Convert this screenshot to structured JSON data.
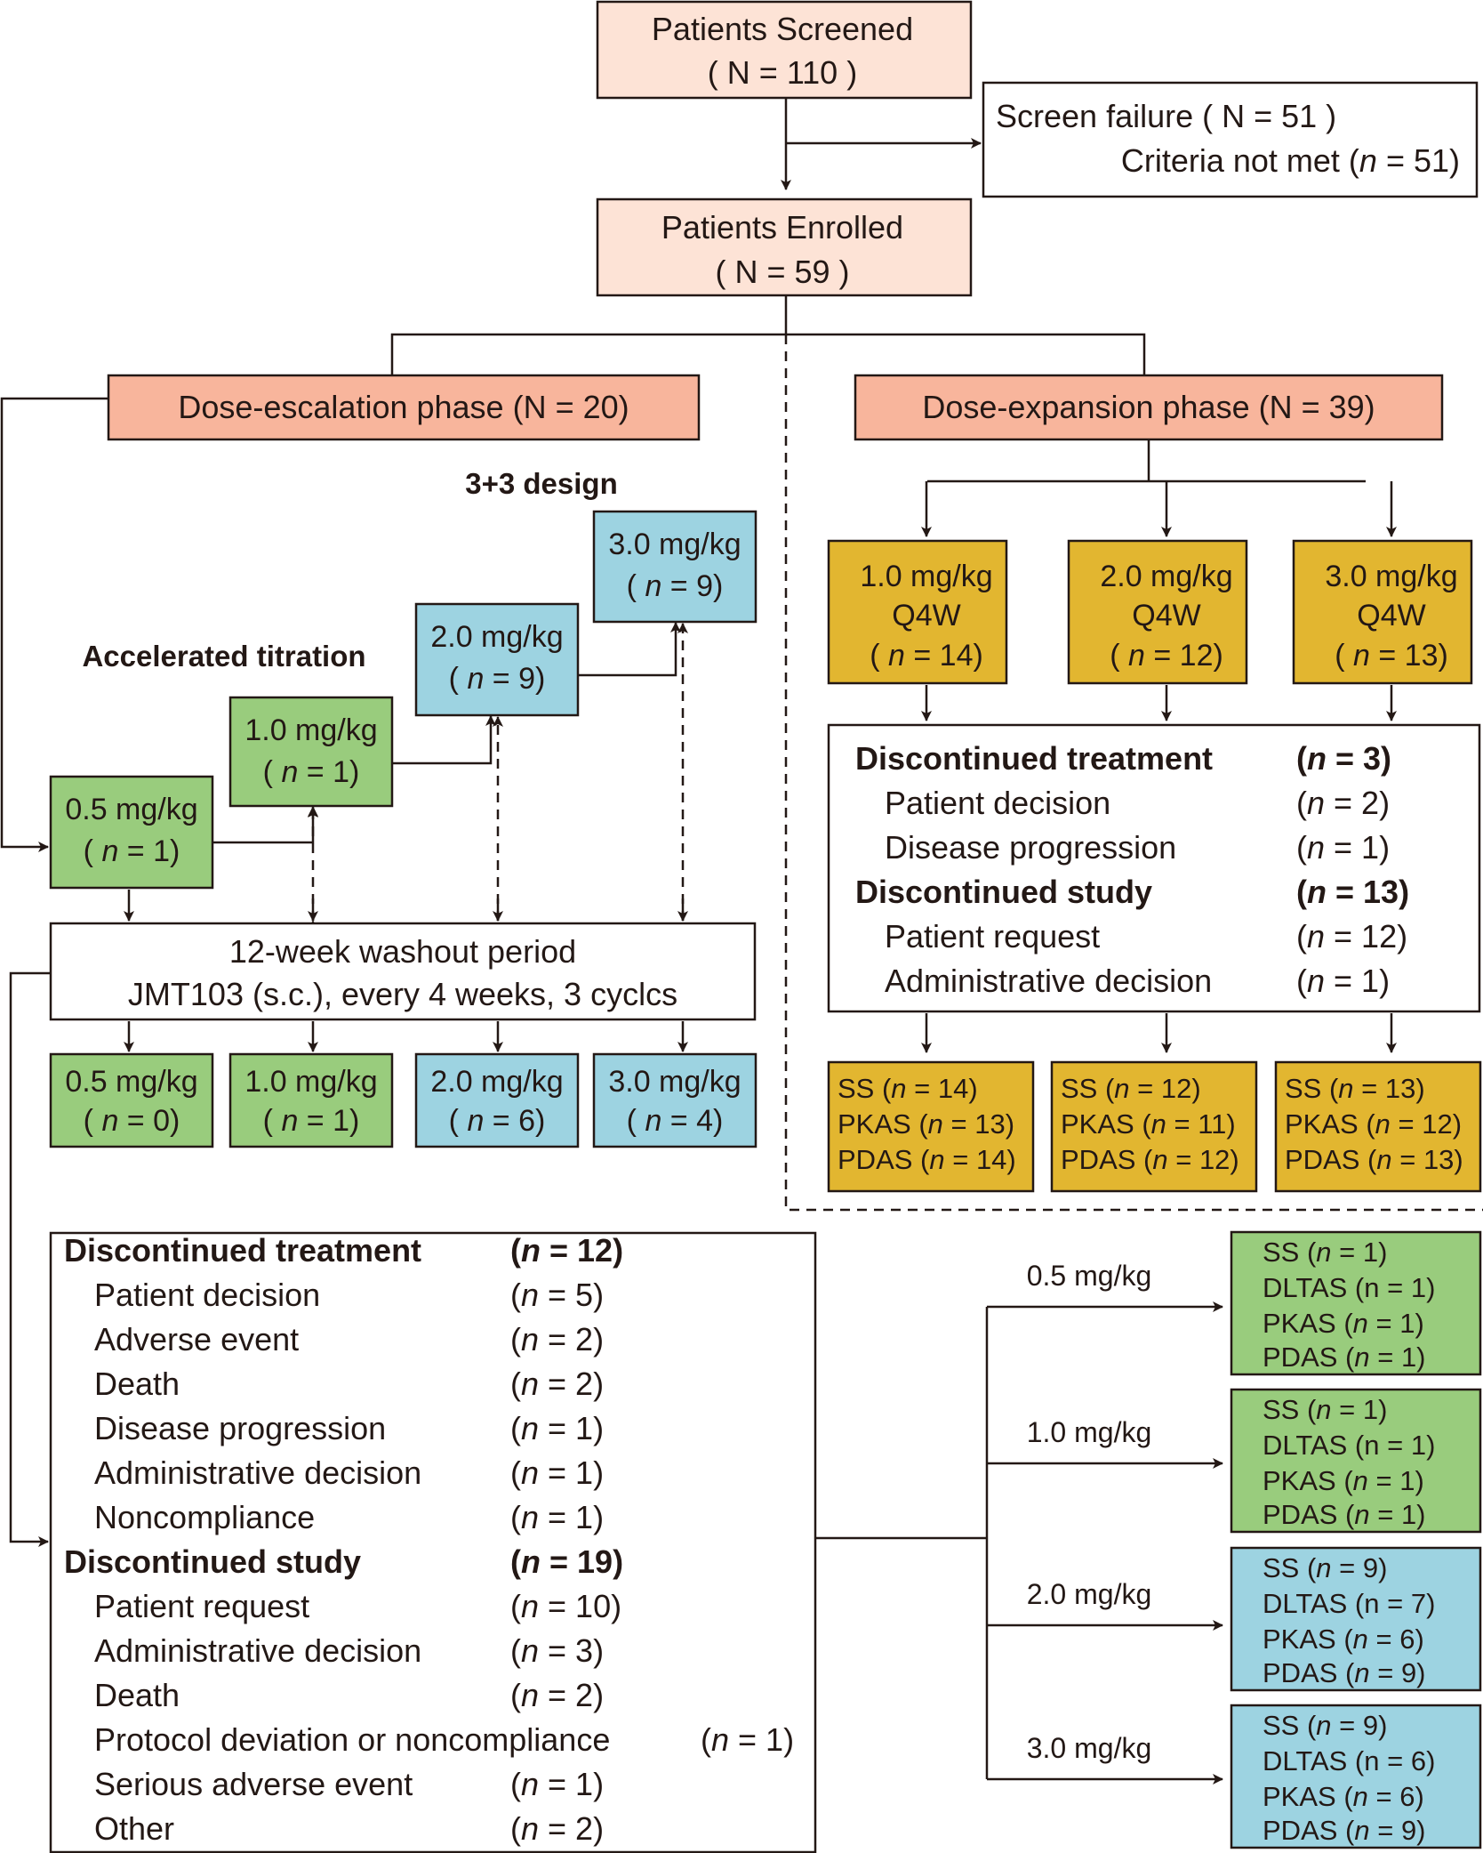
{
  "colors": {
    "pink": "#fde3d6",
    "salmon": "#f8b59c",
    "green": "#99cc7d",
    "blue": "#9dd3e1",
    "yellow": "#e2b630",
    "line": "#231815",
    "accent_green": "#17a05d",
    "accent_blue": "#1aa0df"
  },
  "screened": {
    "title": "Patients Screened",
    "n": "( N = 110 )"
  },
  "screen_failure": {
    "title": "Screen failure ( N = 51 )",
    "detail": "Criteria not met (",
    "detail_n": "n",
    "detail_tail": " = 51)"
  },
  "enrolled": {
    "title": "Patients Enrolled",
    "n": "( N = 59 )"
  },
  "escalation": {
    "phase": "Dose-escalation phase (N = 20)",
    "design": "3+3 design",
    "titration": "Accelerated titration",
    "doses": [
      {
        "dose": "0.5 mg/kg",
        "n": "1"
      },
      {
        "dose": "1.0 mg/kg",
        "n": "1"
      },
      {
        "dose": "2.0 mg/kg",
        "n": "9"
      },
      {
        "dose": "3.0 mg/kg",
        "n": "9"
      }
    ],
    "washout_line1": "12-week washout period",
    "washout_line2": "JMT103 (s.c.), every 4 weeks, 3 cyclcs",
    "after_washout": [
      {
        "dose": "0.5 mg/kg",
        "n": "0"
      },
      {
        "dose": "1.0 mg/kg",
        "n": "1"
      },
      {
        "dose": "2.0 mg/kg",
        "n": "6"
      },
      {
        "dose": "3.0 mg/kg",
        "n": "4"
      }
    ],
    "discontinued": [
      {
        "label": "Discontinued treatment",
        "n": "12",
        "bold": true
      },
      {
        "label": "Patient decision",
        "n": "5"
      },
      {
        "label": "Adverse event",
        "n": "2"
      },
      {
        "label": "Death",
        "n": "2"
      },
      {
        "label": "Disease progression",
        "n": "1"
      },
      {
        "label": "Administrative decision",
        "n": "1"
      },
      {
        "label": "Noncompliance",
        "n": "1"
      },
      {
        "label": "Discontinued study",
        "n": "19",
        "bold": true
      },
      {
        "label": "Patient request",
        "n": "10"
      },
      {
        "label": "Administrative decision",
        "n": "3"
      },
      {
        "label": "Death",
        "n": "2"
      },
      {
        "label": "Protocol deviation or noncompliance",
        "n": "1"
      },
      {
        "label": "Serious adverse event",
        "n": "1"
      },
      {
        "label": "Other",
        "n": "2"
      }
    ],
    "analysis": [
      {
        "dose": "0.5 mg/kg",
        "ss": "1",
        "dltas": "(n = 1)",
        "pkas": "1",
        "pdas": "1"
      },
      {
        "dose": "1.0 mg/kg",
        "ss": "1",
        "dltas": "(n = 1)",
        "pkas": "1",
        "pdas": "1"
      },
      {
        "dose": "2.0 mg/kg",
        "ss": "9",
        "dltas": "(n = 7)",
        "pkas": "6",
        "pdas": "9"
      },
      {
        "dose": "3.0 mg/kg",
        "ss": "9",
        "dltas": "(n = 6)",
        "pkas": "6",
        "pdas": "9"
      }
    ]
  },
  "expansion": {
    "phase": "Dose-expansion phase (N = 39)",
    "arms": [
      {
        "dose": "1.0 mg/kg",
        "freq": "Q4W",
        "n": "14"
      },
      {
        "dose": "2.0 mg/kg",
        "freq": "Q4W",
        "n": "12"
      },
      {
        "dose": "3.0 mg/kg",
        "freq": "Q4W",
        "n": "13"
      }
    ],
    "discontinued": [
      {
        "label": "Discontinued treatment",
        "n": "3",
        "bold": true
      },
      {
        "label": "Patient decision",
        "n": "2"
      },
      {
        "label": "Disease progression",
        "n": "1"
      },
      {
        "label": "Discontinued study",
        "n": "13",
        "bold": true
      },
      {
        "label": "Patient request",
        "n": "12"
      },
      {
        "label": "Administrative decision",
        "n": "1"
      }
    ],
    "analysis": [
      {
        "ss": "14",
        "pkas": "13",
        "pdas": "14"
      },
      {
        "ss": "12",
        "pkas": "11",
        "pdas": "12"
      },
      {
        "ss": "13",
        "pkas": "12",
        "pdas": "13"
      }
    ]
  },
  "set_labels": {
    "ss": "SS",
    "dltas": "DLTAS",
    "pkas": "PKAS",
    "pdas": "PDAS",
    "n_symbol": "n"
  }
}
